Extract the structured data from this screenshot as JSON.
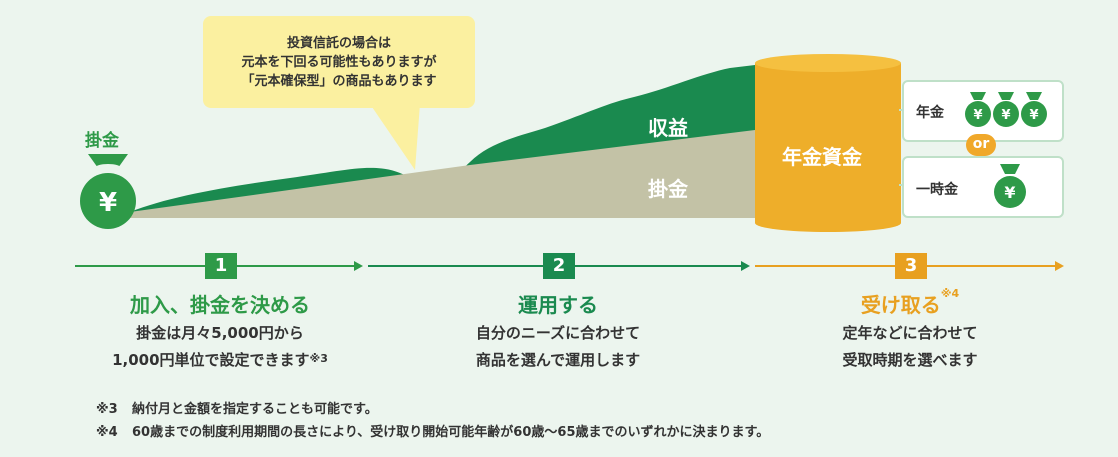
{
  "bubble": {
    "lines": [
      "投資信託の場合は",
      "元本を下回る可能性もありますが",
      "「元本確保型」の商品もあります"
    ]
  },
  "diagram": {
    "kakekin_top_label": "掛金",
    "yen_symbol": "¥",
    "profit_label": "収益",
    "contribution_label": "掛金",
    "fund_label": "年金資金",
    "options": {
      "annuity_label": "年金",
      "or_label": "or",
      "lump_sum_label": "一時金"
    }
  },
  "steps": [
    {
      "number": "1",
      "title": "加入、掛金を決める",
      "title_sup": "",
      "desc_lines": [
        "掛金は月々5,000円から",
        "1,000円単位で設定できます"
      ],
      "desc_sup": "※3",
      "color": "#2e9a48"
    },
    {
      "number": "2",
      "title": "運用する",
      "title_sup": "",
      "desc_lines": [
        "自分のニーズに合わせて",
        "商品を選んで運用します"
      ],
      "desc_sup": "",
      "color": "#1a8a4f"
    },
    {
      "number": "3",
      "title": "受け取る",
      "title_sup": "※4",
      "desc_lines": [
        "定年などに合わせて",
        "受取時期を選べます"
      ],
      "desc_sup": "",
      "color": "#e8a020"
    }
  ],
  "notes": [
    {
      "mark": "※3",
      "text": "納付月と金額を指定することも可能です。"
    },
    {
      "mark": "※4",
      "text": "60歳までの制度利用期間の長さにより、受け取り開始可能年齢が60歳〜65歳までのいずれかに決まります。"
    }
  ],
  "colors": {
    "green": "#1a8a4f",
    "light_green": "#2e9a48",
    "gray": "#c3c2a6",
    "gold": "#eeae2a",
    "gold_light": "#f5c040",
    "bubble": "#fbf0a0"
  }
}
